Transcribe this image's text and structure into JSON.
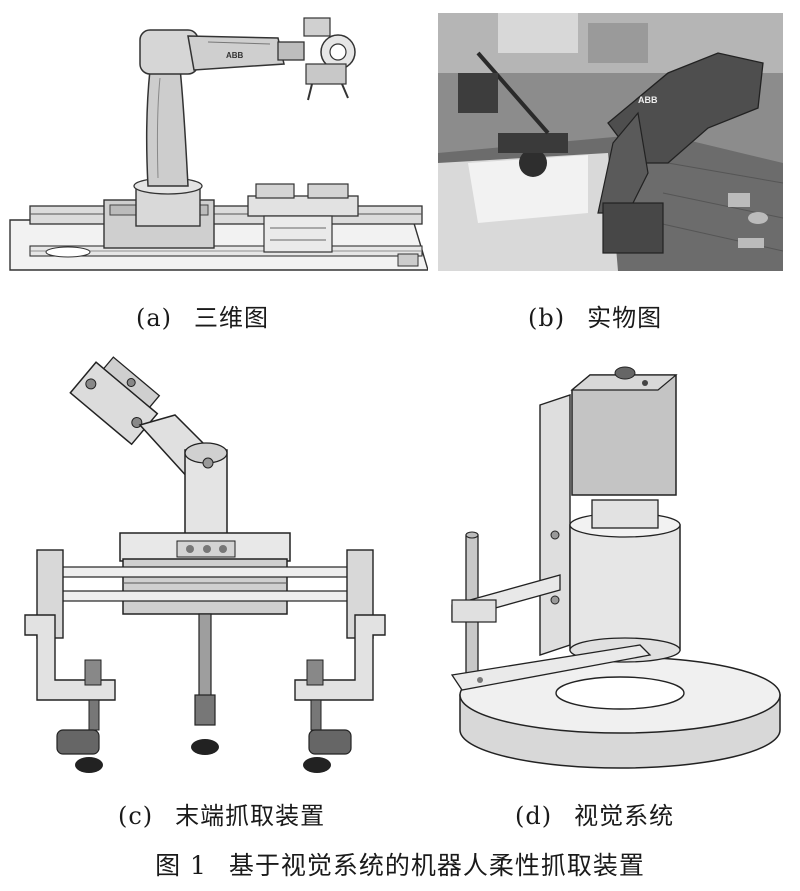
{
  "panels": [
    {
      "label": "(a)",
      "title": "三维图"
    },
    {
      "label": "(b)",
      "title": "实物图"
    },
    {
      "label": "(c)",
      "title": "末端抓取装置"
    },
    {
      "label": "(d)",
      "title": "视觉系统"
    }
  ],
  "figure": {
    "number": "图 1",
    "title": "基于视觉系统的机器人柔性抓取装置"
  },
  "brand_mark": "ABB"
}
